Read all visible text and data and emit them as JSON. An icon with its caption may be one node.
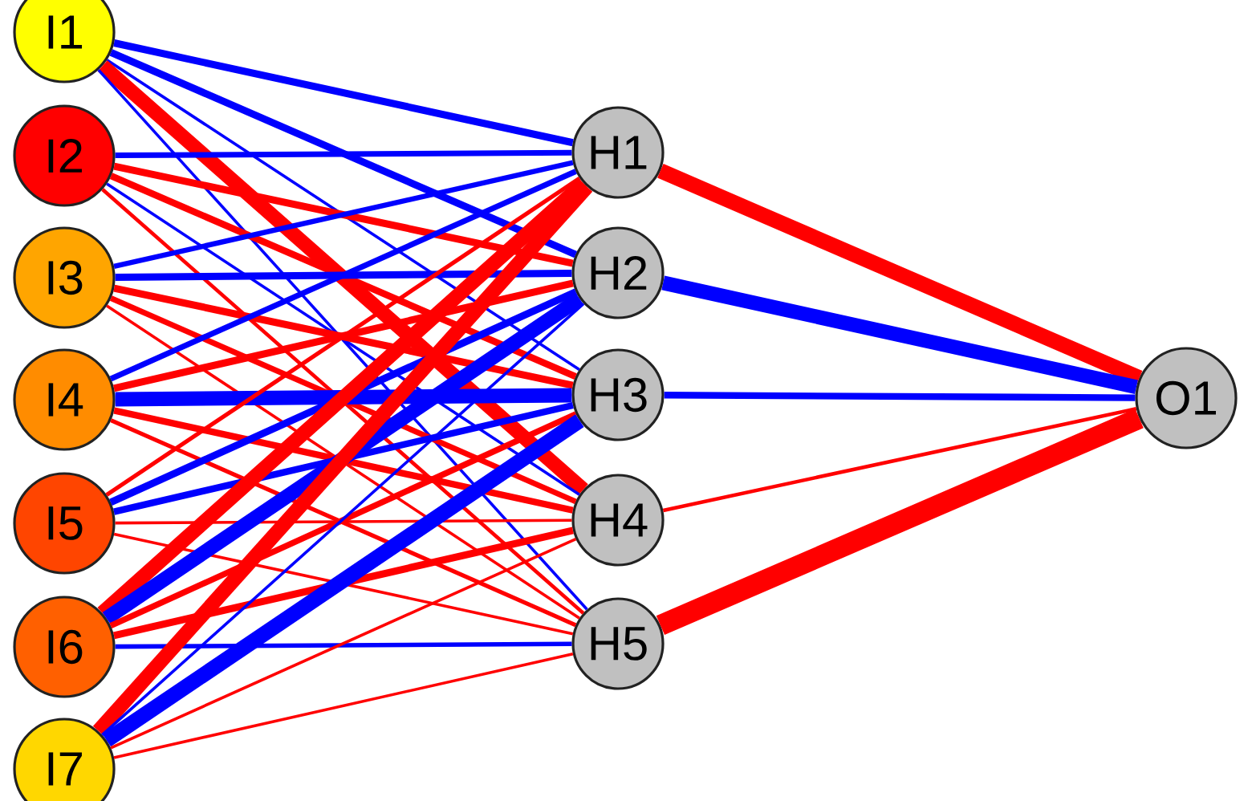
{
  "diagram": {
    "nodes": [
      {
        "text": [
          "I1"
        ]
      },
      {
        "text": [
          "I2"
        ]
      },
      {
        "text": [
          "I3"
        ]
      },
      {
        "text": [
          "I4"
        ]
      },
      {
        "text": [
          "I5"
        ]
      },
      {
        "text": [
          "I6"
        ]
      },
      {
        "text": [
          "I7"
        ]
      },
      {
        "text": [
          "H1"
        ]
      },
      {
        "text": [
          "H2"
        ]
      },
      {
        "text": [
          "H3"
        ]
      },
      {
        "text": [
          "H4"
        ]
      },
      {
        "text": [
          "H5"
        ]
      },
      {
        "text": [
          "O1"
        ]
      }
    ],
    "edges": [
      {
        "from": 0,
        "to": 7,
        "arrow": "none",
        "color": "#0000ff"
      },
      {
        "from": 0,
        "to": 8,
        "arrow": "none",
        "color": "#0000ff"
      },
      {
        "from": 0,
        "to": 9,
        "arrow": "none",
        "color": "#0000ff"
      },
      {
        "from": 0,
        "to": 10,
        "arrow": "none",
        "style": "thick"
      },
      {
        "from": 0,
        "to": 11,
        "arrow": "none",
        "color": "#0000ff"
      },
      {
        "from": 1,
        "to": 7,
        "arrow": "none",
        "color": "#0000ff"
      },
      {
        "from": 1,
        "to": 8,
        "arrow": "none"
      },
      {
        "from": 1,
        "to": 9,
        "arrow": "none"
      },
      {
        "from": 1,
        "to": 10,
        "arrow": "none",
        "color": "#0000ff"
      },
      {
        "from": 1,
        "to": 11,
        "arrow": "none"
      },
      {
        "from": 2,
        "to": 7,
        "arrow": "none",
        "color": "#0000ff"
      },
      {
        "from": 2,
        "to": 8,
        "arrow": "none",
        "color": "#0000ff"
      },
      {
        "from": 2,
        "to": 9,
        "arrow": "none"
      },
      {
        "from": 2,
        "to": 10,
        "arrow": "none"
      },
      {
        "from": 2,
        "to": 11,
        "arrow": "none"
      },
      {
        "from": 3,
        "to": 7,
        "arrow": "none",
        "color": "#0000ff"
      },
      {
        "from": 3,
        "to": 8,
        "arrow": "none"
      },
      {
        "from": 3,
        "to": 9,
        "arrow": "none",
        "style": "thick",
        "color": "#0000ff"
      },
      {
        "from": 3,
        "to": 10,
        "arrow": "none"
      },
      {
        "from": 3,
        "to": 11,
        "arrow": "none"
      },
      {
        "from": 4,
        "to": 7,
        "arrow": "none"
      },
      {
        "from": 4,
        "to": 8,
        "arrow": "none",
        "color": "#0000ff"
      },
      {
        "from": 4,
        "to": 9,
        "arrow": "none",
        "color": "#0000ff"
      },
      {
        "from": 4,
        "to": 10,
        "arrow": "none"
      },
      {
        "from": 4,
        "to": 11,
        "arrow": "none"
      },
      {
        "from": 5,
        "to": 7,
        "arrow": "none",
        "style": "thick"
      },
      {
        "from": 5,
        "to": 8,
        "arrow": "none",
        "style": "thick",
        "color": "#0000ff"
      },
      {
        "from": 5,
        "to": 9,
        "arrow": "none"
      },
      {
        "from": 5,
        "to": 10,
        "arrow": "none"
      },
      {
        "from": 5,
        "to": 11,
        "arrow": "none",
        "color": "#0000ff"
      },
      {
        "from": 6,
        "to": 7,
        "arrow": "none",
        "style": "thick"
      },
      {
        "from": 6,
        "to": 8,
        "arrow": "none",
        "color": "#0000ff"
      },
      {
        "from": 6,
        "to": 9,
        "arrow": "none",
        "style": "thick",
        "color": "#0000ff"
      },
      {
        "from": 6,
        "to": 10,
        "arrow": "none"
      },
      {
        "from": 6,
        "to": 11,
        "arrow": "none"
      },
      {
        "from": 7,
        "to": 12,
        "arrow": "none",
        "style": "thick"
      },
      {
        "from": 8,
        "to": 12,
        "arrow": "none",
        "style": "thick",
        "color": "#0000ff"
      },
      {
        "from": 9,
        "to": 12,
        "arrow": "none",
        "color": "#0000ff"
      },
      {
        "from": 10,
        "to": 12,
        "arrow": "none"
      },
      {
        "from": 11,
        "to": 12,
        "arrow": "none",
        "style": "thick"
      }
    ]
  }
}
